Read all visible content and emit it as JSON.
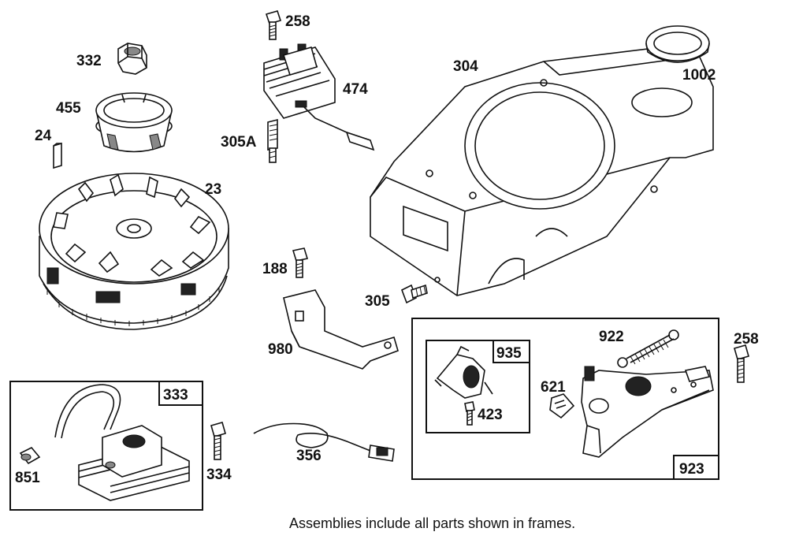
{
  "labels": {
    "p258a": "258",
    "p332": "332",
    "p304": "304",
    "p1002": "1002",
    "p474": "474",
    "p455": "455",
    "p24": "24",
    "p305a": "305A",
    "p23": "23",
    "p188": "188",
    "p305": "305",
    "p980": "980",
    "p922": "922",
    "p258b": "258",
    "p935": "935",
    "p621": "621",
    "p423": "423",
    "p923": "923",
    "p333": "333",
    "p851": "851",
    "p334": "334",
    "p356": "356"
  },
  "caption": "Assemblies include all parts shown in frames."
}
